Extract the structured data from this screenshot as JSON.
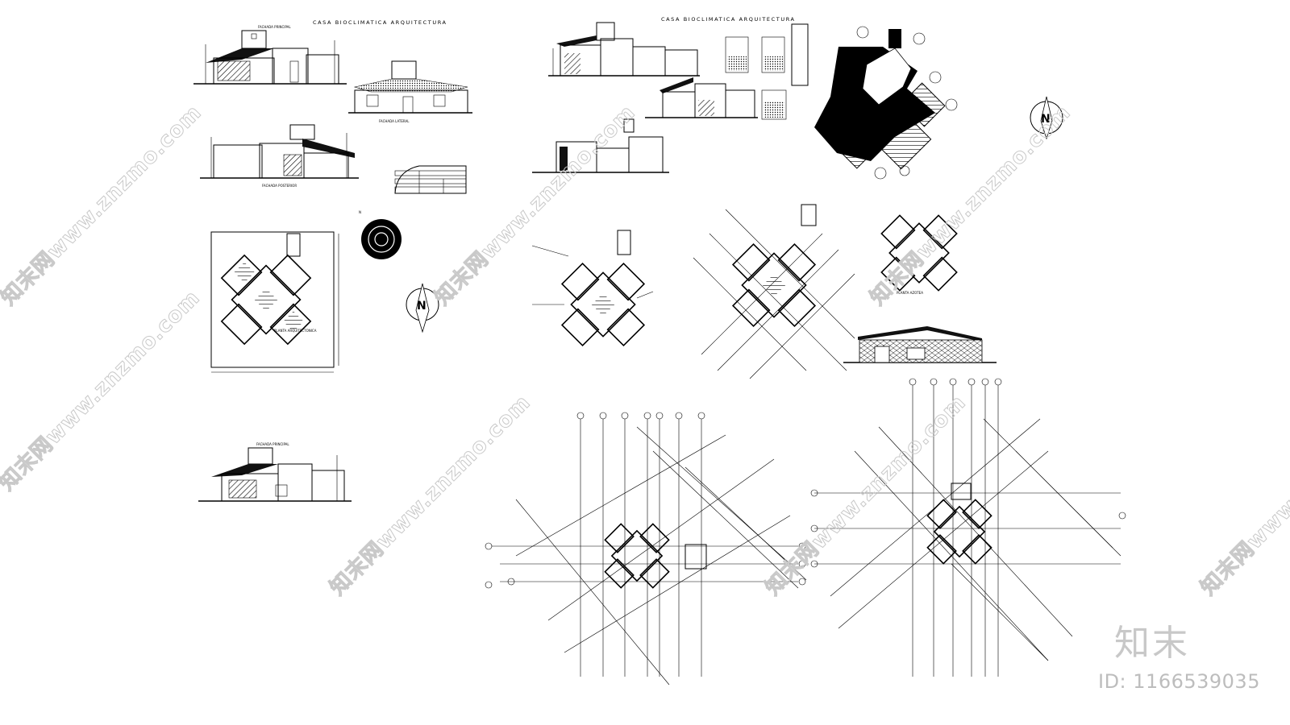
{
  "sheet": {
    "title_top_left": "CASA BIOCLIMATICA ARQUITECTURA",
    "title_top_center": "CASA BIOCLIMATICA ARQUITECTURA",
    "north_label": "N"
  },
  "watermark": {
    "site": "知末网www.znzmo.com",
    "brand": "知末",
    "id_text": "ID: 1166539035"
  }
}
